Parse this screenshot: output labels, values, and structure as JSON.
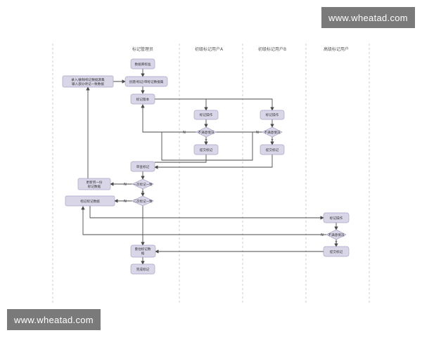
{
  "watermark": {
    "top": "www.wheatad.com",
    "bottom": "www.wheatad.com"
  },
  "lanes": {
    "manager": "标记管理员",
    "a": "初级标记用户A",
    "b": "初级标记用户B",
    "senior": "高级标记用户"
  },
  "nodes": {
    "start": "数据库标准",
    "create": "创建/标记/审标记数据集",
    "import_line1": "录入/删除标记数据源集",
    "import_line2": "输入部分待记一致数据",
    "distribute": "标记版本",
    "a_task": "标记操作",
    "a_decision": "不满意情况",
    "a_submit": "提交标记",
    "b_task": "标记操作",
    "b_decision": "不满意情况",
    "b_submit": "提交标记",
    "manage": "审查标记",
    "decision1": "一次标记一致",
    "revise_line1": "更新另一份",
    "revise_line2": "标记数据",
    "decision2": "二次标记一致",
    "label_data": "标记标记数据",
    "s_task": "标记操作",
    "s_decision": "不满意情况",
    "s_submit": "提交标记",
    "confirm_line1": "重估标记数",
    "confirm_line2": "据",
    "end": "完成标记"
  },
  "edges": {
    "n": "N",
    "y": "Y"
  },
  "colors": {
    "node_fill": "#d9d6e8",
    "node_stroke": "#aaa4c8",
    "line": "#4a4a4a",
    "lane_line": "#cfcfcf",
    "text": "#333333"
  }
}
